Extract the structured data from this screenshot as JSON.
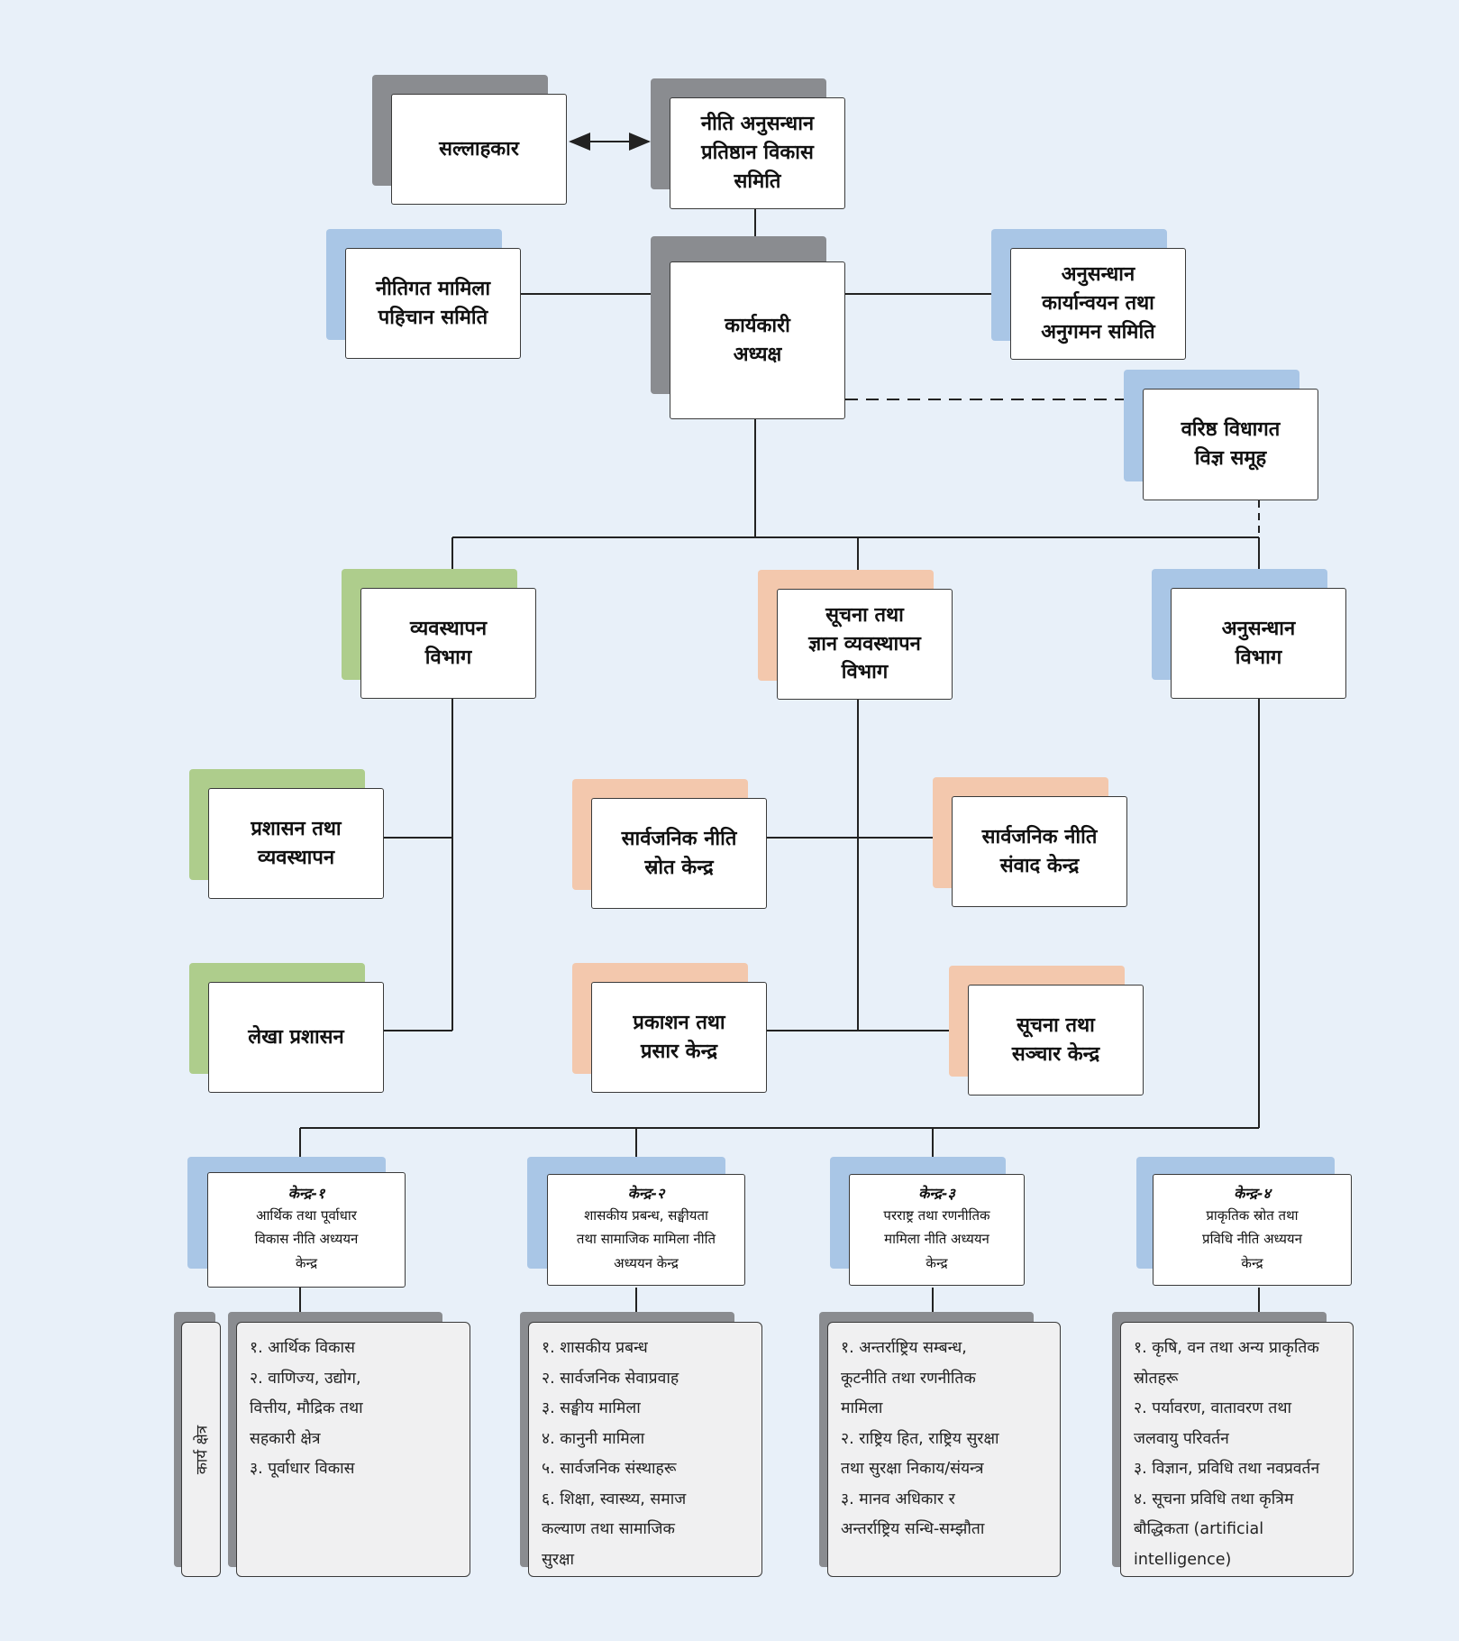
{
  "nodes": {
    "advisor": "सल्लाहकार",
    "committee": "नीति अनुसन्धान\nप्रतिष्ठान विकास\nसमिति",
    "policy_identification": "नीतिगत मामिला\nपहिचान समिति",
    "executive_chair": "कार्यकारी\nअध्यक्ष",
    "research_monitoring": "अनुसन्धान\nकार्यान्वयन तथा\nअनुगमन समिति",
    "expert_group": "वरिष्ठ विधागत\nविज्ञ समूह",
    "management_dept": "व्यवस्थापन\nविभाग",
    "info_dept": "सूचना तथा\nज्ञान व्यवस्थापन\nविभाग",
    "research_dept": "अनुसन्धान\nविभाग",
    "admin_management": "प्रशासन तथा\nव्यवस्थापन",
    "accounts_admin": "लेखा प्रशासन",
    "public_policy_source": "सार्वजनिक नीति\nस्रोत केन्द्र",
    "public_policy_dialogue": "सार्वजनिक नीति\nसंवाद केन्द्र",
    "publication_center": "प्रकाशन तथा\nप्रसार केन्द्र",
    "info_comm_center": "सूचना तथा\nसञ्चार केन्द्र"
  },
  "centers": [
    {
      "title": "केन्द्र-१",
      "name": "आर्थिक तथा पूर्वाधार\nविकास नीति अध्ययन\nकेन्द्र"
    },
    {
      "title": "केन्द्र-२",
      "name": "शासकीय प्रबन्ध, सङ्घीयता\nतथा सामाजिक मामिला नीति\nअध्ययन केन्द्र"
    },
    {
      "title": "केन्द्र-३",
      "name": "परराष्ट्र तथा रणनीतिक\nमामिला नीति अध्ययन\nकेन्द्र"
    },
    {
      "title": "केन्द्र-४",
      "name": "प्राकृतिक स्रोत तथा\nप्रविधि नीति अध्ययन\nकेन्द्र"
    }
  ],
  "work_area_label": "कार्य क्षेत्र",
  "work_areas": [
    [
      "१. आर्थिक विकास",
      "२. वाणिज्य, उद्योग,\n    वित्तीय, मौद्रिक तथा\n    सहकारी क्षेत्र",
      "३. पूर्वाधार विकास"
    ],
    [
      "१. शासकीय प्रबन्ध",
      "२. सार्वजनिक सेवाप्रवाह",
      "३. सङ्घीय मामिला",
      "४. कानुनी मामिला",
      "५. सार्वजनिक संस्थाहरू",
      "६. शिक्षा, स्वास्थ्य, समाज\n    कल्याण तथा सामाजिक\n    सुरक्षा"
    ],
    [
      "१. अन्तर्राष्ट्रिय सम्बन्ध,\n    कूटनीति तथा रणनीतिक\n    मामिला",
      "२. राष्ट्रिय हित, राष्ट्रिय सुरक्षा\n    तथा सुरक्षा निकाय/संयन्त्र",
      "३. मानव अधिकार र\n    अन्तर्राष्ट्रिय सन्धि-सम्झौता"
    ],
    [
      "१. कृषि, वन तथा अन्य प्राकृतिक\n    स्रोतहरू",
      "२. पर्यावरण, वातावरण तथा\n    जलवायु परिवर्तन",
      "३. विज्ञान, प्रविधि तथा नवप्रवर्तन",
      "४. सूचना प्रविधि तथा कृत्रिम\n    बौद्धिकता (artificial\n    intelligence)"
    ]
  ]
}
